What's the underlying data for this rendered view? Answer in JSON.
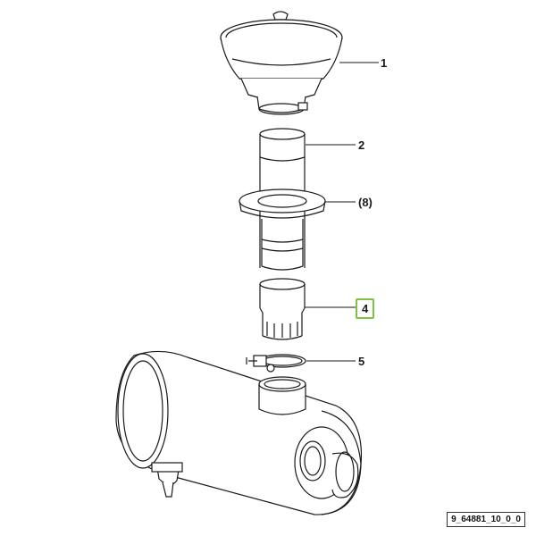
{
  "diagram": {
    "callouts": {
      "item1": "1",
      "item2": "2",
      "item8": "(8)",
      "item4": "4",
      "item5": "5"
    },
    "highlighted_item": "4",
    "highlight_color": "#7ec242",
    "reference_code": "9_64881_10_0_0"
  }
}
